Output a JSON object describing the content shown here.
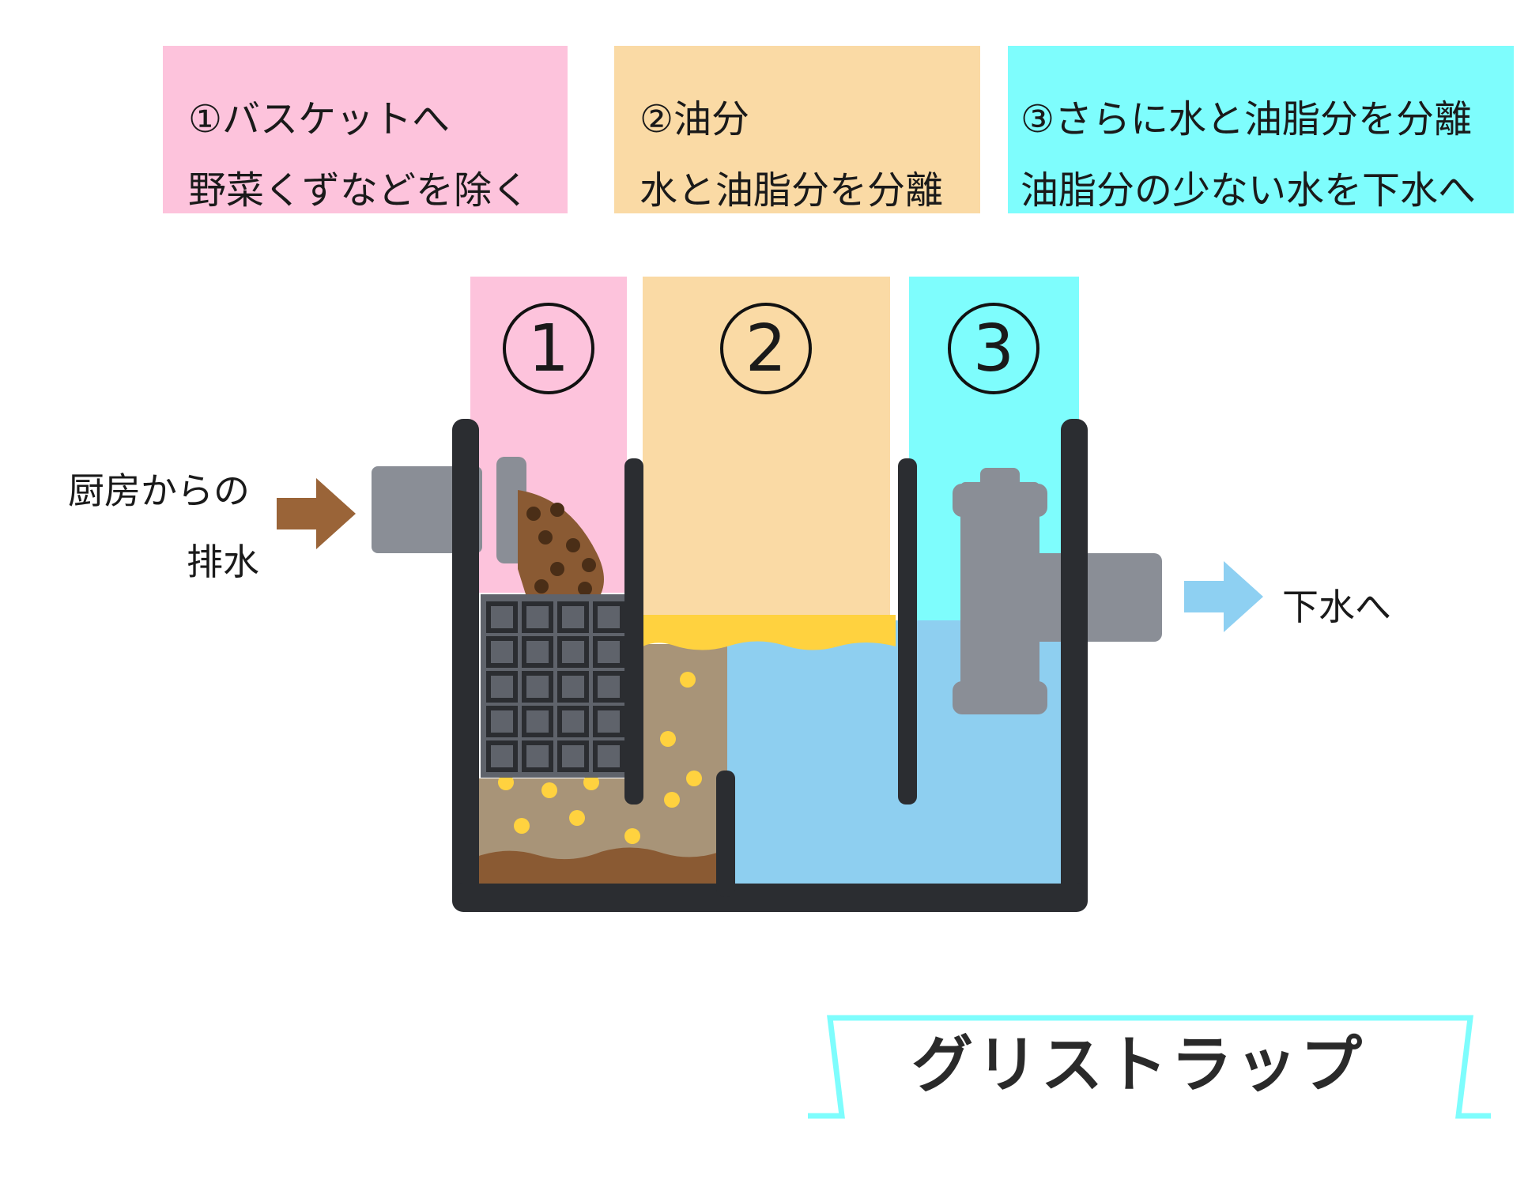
{
  "colors": {
    "pink": "#fdc3dc",
    "orange": "#fadaa5",
    "cyan": "#7efdfd",
    "tank": "#2b2d31",
    "water": "#8ecff0",
    "oil": "#ffd23f",
    "sludge": "#8a5a33",
    "muddy": "#a89478",
    "basket": "#5f636b",
    "pipe": "#8a8e96",
    "arrow_in": "#9a6438",
    "arrow_out": "#8ed0f2"
  },
  "stages": [
    {
      "num": "1",
      "line1": "①バスケットへ",
      "line2": "野菜くずなどを除く"
    },
    {
      "num": "2",
      "line1": "②油分",
      "line2": "水と油脂分を分離"
    },
    {
      "num": "3",
      "line1": "③さらに水と油脂分を分離",
      "line2": "油脂分の少ない水を下水へ"
    }
  ],
  "inlet": {
    "line1": "厨房からの",
    "line2": "排水",
    "icon": "arrow-right-icon"
  },
  "outlet": {
    "label": "下水へ",
    "icon": "arrow-right-icon"
  },
  "title": "グリストラップ"
}
